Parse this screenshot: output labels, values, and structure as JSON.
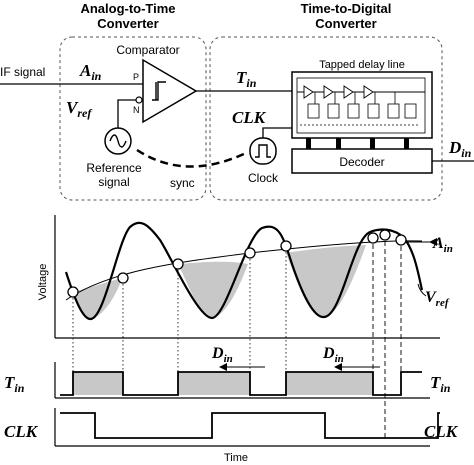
{
  "block_diagram": {
    "atc_title_line1": "Analog-to-Time",
    "atc_title_line2": "Converter",
    "tdc_title_line1": "Time-to-Digital",
    "tdc_title_line2": "Converter",
    "if_signal": "IF signal",
    "a_in_base": "A",
    "a_in_sub": "in",
    "v_ref_base": "V",
    "v_ref_sub": "ref",
    "comparator": "Comparator",
    "pin_p": "P",
    "pin_n": "N",
    "ref_signal_line1": "Reference",
    "ref_signal_line2": "signal",
    "sync": "sync",
    "t_in_base": "T",
    "t_in_sub": "in",
    "clk": "CLK",
    "clock": "Clock",
    "tapped_delay_line": "Tapped delay line",
    "decoder": "Decoder",
    "d_in_base": "D",
    "d_in_sub": "in"
  },
  "timing": {
    "ylabel": "Voltage",
    "xlabel": "Time",
    "a_in_base": "A",
    "a_in_sub": "in",
    "v_ref_base": "V",
    "v_ref_sub": "ref",
    "d_in_base": "D",
    "d_in_sub": "in",
    "t_in_base": "T",
    "t_in_sub": "in",
    "clk": "CLK"
  },
  "colors": {
    "fill_gray": "#c8c8c8",
    "line": "#000000",
    "dashed_box": "#555555"
  }
}
